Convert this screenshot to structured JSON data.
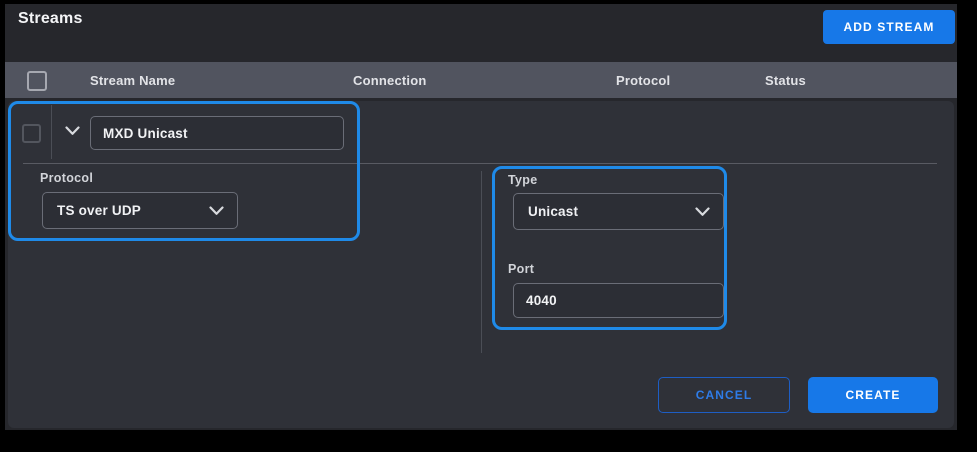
{
  "title": "Streams",
  "buttons": {
    "add_stream": "ADD STREAM",
    "cancel": "CANCEL",
    "create": "CREATE"
  },
  "table": {
    "headers": {
      "stream_name": "Stream Name",
      "connection": "Connection",
      "protocol": "Protocol",
      "status": "Status"
    }
  },
  "stream_row": {
    "name_value": "MXD Unicast"
  },
  "settings": {
    "protocol_label": "Protocol",
    "protocol_value": "TS over UDP",
    "type_label": "Type",
    "type_value": "Unicast",
    "port_label": "Port",
    "port_value": "4040"
  },
  "colors": {
    "accent_blue": "#1778e8",
    "callout_blue": "#1f8ae8",
    "header_bar": "#51545f",
    "panel_background": "#26272c",
    "card_background": "#2f3138"
  }
}
